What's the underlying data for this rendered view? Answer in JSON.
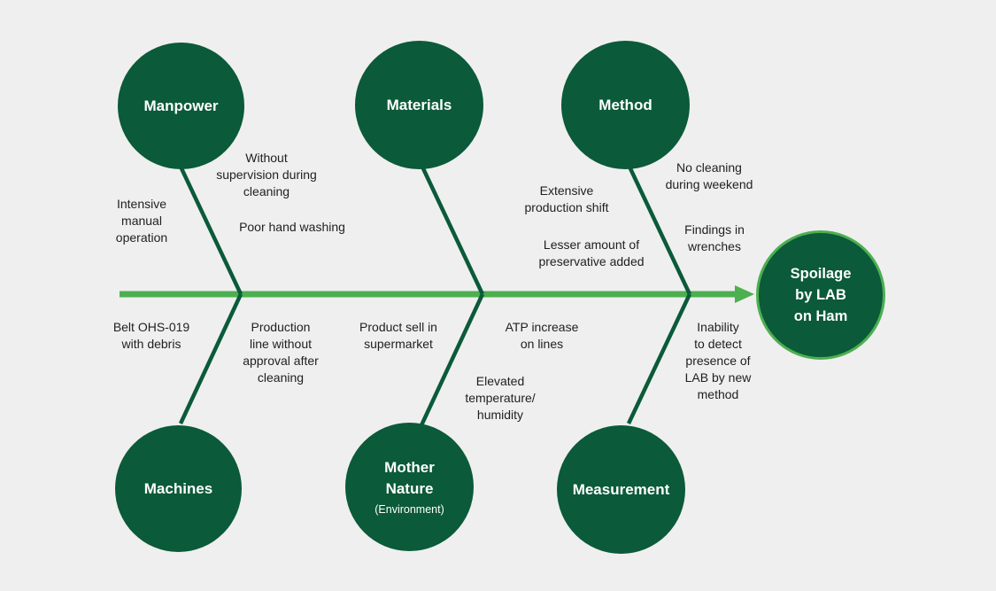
{
  "categories": {
    "manpower": "Manpower",
    "materials": "Materials",
    "method": "Method",
    "machines": "Machines",
    "mother_nature": "Mother\nNature",
    "mother_nature_sub": "(Environment)",
    "measurement": "Measurement"
  },
  "effect": "Spoilage\nby LAB\non Ham",
  "causes": {
    "manpower": [
      "Intensive\nmanual\noperation",
      "Without\nsupervision during\ncleaning",
      "Poor hand washing"
    ],
    "materials": [
      "Extensive\nproduction shift",
      "Lesser amount of\npreservative added"
    ],
    "method": [
      "No cleaning\nduring weekend",
      "Findings in\nwrenches"
    ],
    "machines": [
      "Belt OHS-019\nwith debris",
      "Production\nline without\napproval after\ncleaning"
    ],
    "mother_nature": [
      "Product sell in\nsupermarket",
      "Elevated\ntemperature/\nhumidity"
    ],
    "measurement": [
      "ATP increase\non lines",
      "Inability\nto detect\npresence of\nLAB by new\nmethod"
    ]
  },
  "colors": {
    "background": "#efefef",
    "node_fill": "#0b5a3a",
    "spine": "#4caf50",
    "effect_border": "#4caf50",
    "text": "#1f1f1f"
  }
}
